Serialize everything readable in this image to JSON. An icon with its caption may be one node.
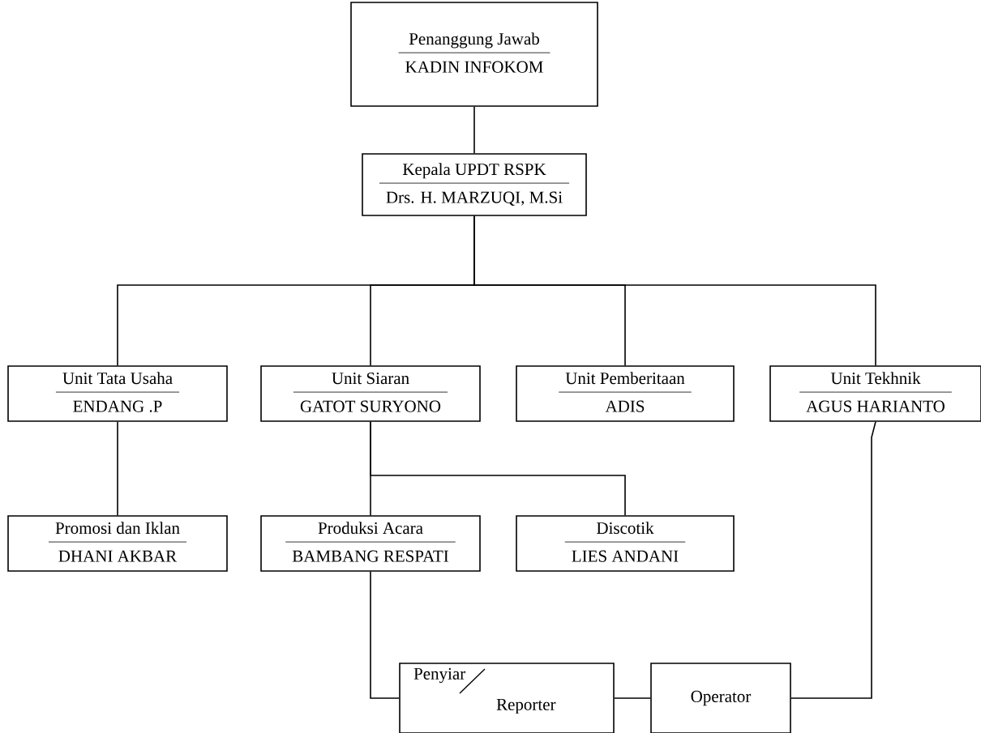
{
  "diagram": {
    "nodes": [
      {
        "text": [
          "Penanggung Jawab",
          "KADIN INFOKOM"
        ]
      },
      {
        "text": [
          "Kepala UPDT RSPK",
          "Drs. H. MARZUQI, M.Si"
        ]
      },
      {
        "text": [
          "Unit Tata Usaha",
          "ENDANG .P"
        ]
      },
      {
        "text": [
          "Unit Siaran",
          "GATOT SURYONO"
        ]
      },
      {
        "text": [
          "Unit Pemberitaan",
          "ADIS"
        ]
      },
      {
        "text": [
          "Unit Tekhnik",
          "AGUS HARIANTO"
        ]
      },
      {
        "text": [
          "Promosi dan Iklan",
          "DHANI AKBAR"
        ]
      },
      {
        "text": [
          "Produksi Acara",
          "BAMBANG RESPATI"
        ]
      },
      {
        "text": [
          "Discotik",
          "LIES ANDANI"
        ]
      },
      {
        "text": [
          "Penyiar",
          "Reporter"
        ]
      },
      {
        "text": [
          "Operator"
        ]
      }
    ],
    "edges": [
      {
        "from": 0,
        "to": 1,
        "arrow": "none"
      },
      {
        "from": 1,
        "to": 2,
        "arrow": "none"
      },
      {
        "from": 1,
        "to": 3,
        "arrow": "none"
      },
      {
        "from": 1,
        "to": 4,
        "arrow": "none"
      },
      {
        "from": 1,
        "to": 5,
        "arrow": "none"
      },
      {
        "from": 2,
        "to": 6,
        "arrow": "none"
      },
      {
        "from": 3,
        "to": 7,
        "arrow": "none"
      },
      {
        "from": 3,
        "to": 8,
        "arrow": "none"
      },
      {
        "from": 7,
        "to": 9,
        "arrow": "none"
      },
      {
        "from": 9,
        "to": 10,
        "arrow": "none"
      },
      {
        "from": 10,
        "to": 5,
        "arrow": "none"
      }
    ]
  }
}
